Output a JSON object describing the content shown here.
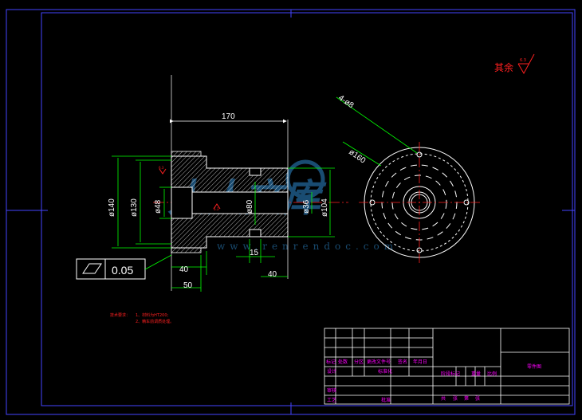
{
  "drawing": {
    "dimensions": {
      "overall_length": "170",
      "dia_140": "ø140",
      "dia_130": "ø130",
      "dia_48": "ø48",
      "dia_80": "ø80",
      "dia_36": "ø36",
      "dia_104": "ø104",
      "dia_160": "ø160",
      "holes": "4-ø8",
      "len_40_left": "40",
      "len_50": "50",
      "len_15": "15",
      "len_40_right": "40"
    },
    "tolerance_box": {
      "value": "0.05"
    },
    "roughness_note": {
      "label": "其余",
      "value": "6.3"
    },
    "roughness_marks": [
      "6.3",
      "6.3"
    ],
    "technical_requirements": {
      "heading": "技术要求：",
      "line1": "1、材料为HT200;",
      "line2": "2、精车前调质处理。"
    },
    "watermark": {
      "text": "www.renrendoc.com"
    }
  },
  "title_block": {
    "part_name": "零件图",
    "header_cells": [
      "标记",
      "处数",
      "分区",
      "更改文件号",
      "签名",
      "年月日"
    ],
    "row_design": [
      "设计",
      "标准化"
    ],
    "stage_labels": [
      "阶段标记",
      "重量",
      "比例"
    ],
    "row_check": "审核",
    "row_process": [
      "工艺",
      "批准"
    ],
    "sheet_labels": [
      "共",
      "张",
      "第",
      "张"
    ]
  },
  "colors": {
    "border": "#4444ff",
    "dimension": "#00ff00",
    "outline": "#ffffff",
    "centerline": "#ff2020",
    "table": "#ff00ff",
    "watermark": "#1e5a86"
  }
}
